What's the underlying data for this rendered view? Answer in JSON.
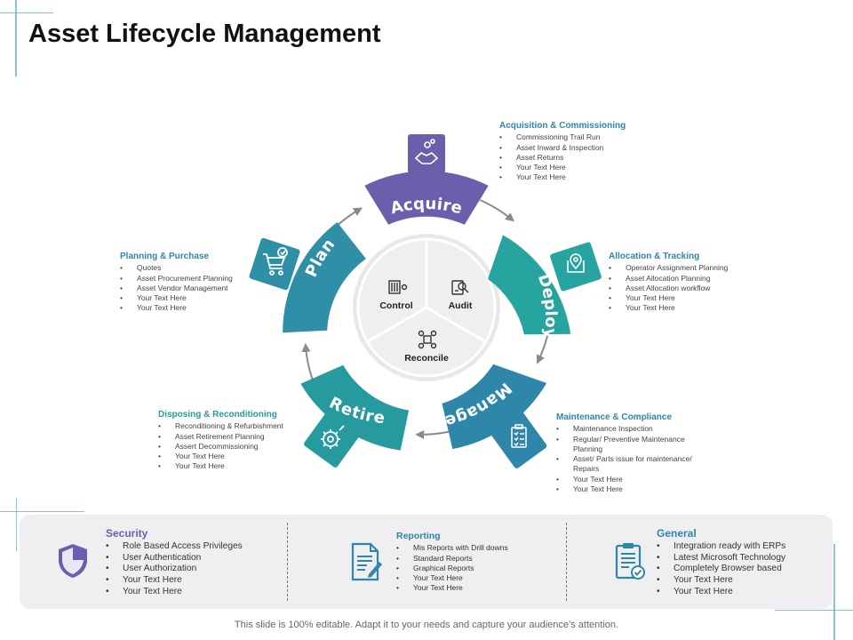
{
  "title": "Asset Lifecycle Management",
  "colors": {
    "acquire": "#6a5fac",
    "deploy": "#27a3a0",
    "manage": "#2e86a8",
    "retire": "#269a9f",
    "plan": "#2e8fa6",
    "security": "#6a5fac",
    "reporting": "#2e86a8",
    "general": "#2e86a8"
  },
  "stages": {
    "acquire": "Acquire",
    "deploy": "Deploy",
    "manage": "Manage",
    "retire": "Retire",
    "plan": "Plan"
  },
  "center": {
    "control": "Control",
    "audit": "Audit",
    "reconcile": "Reconcile"
  },
  "info": {
    "acquisition": {
      "heading": "Acquisition & Commissioning",
      "items": [
        "Commissioning Trail Run",
        "Asset Inward  & Inspection",
        "Asset Returns",
        "Your Text Here",
        "Your Text Here"
      ]
    },
    "allocation": {
      "heading": "Allocation & Tracking",
      "items": [
        "Operator Assignment Planning",
        "Asset Allocation Planning",
        "Asset Allocation workflow",
        "Your Text Here",
        "Your Text Here"
      ]
    },
    "maintenance": {
      "heading": "Maintenance & Compliance",
      "items": [
        "Maintenance  Inspection",
        "Regular/ Preventive Maintenance Planning",
        "Asset/ Parts issue for maintenance/ Repairs",
        "Your Text Here",
        "Your Text Here"
      ]
    },
    "disposing": {
      "heading": "Disposing & Reconditioning",
      "items": [
        "Reconditioning & Refurbishment",
        "Asset Retirement Planning",
        "Assert Decommissioning",
        "Your Text Here",
        "Your Text Here"
      ]
    },
    "planning": {
      "heading": "Planning & Purchase",
      "items": [
        "Quotes",
        "Asset Procurement Planning",
        "Asset Vendor  Management",
        "Your Text Here",
        "Your Text Here"
      ]
    }
  },
  "bottom": {
    "security": {
      "heading": "Security",
      "items": [
        "Role Based Access Privileges",
        "User Authentication",
        "User Authorization",
        "Your Text Here",
        "Your Text Here"
      ]
    },
    "reporting": {
      "heading": "Reporting",
      "items": [
        "Mis Reports with  Drill downs",
        "Standard Reports",
        "Graphical Reports",
        "Your Text Here",
        "Your Text Here"
      ]
    },
    "general": {
      "heading": "General",
      "items": [
        "Integration  ready with ERPs",
        "Latest Microsoft Technology",
        "Completely  Browser based",
        "Your Text Here",
        "Your Text Here"
      ]
    }
  },
  "footer": "This slide is 100% editable. Adapt it to your needs and capture your audience’s attention."
}
